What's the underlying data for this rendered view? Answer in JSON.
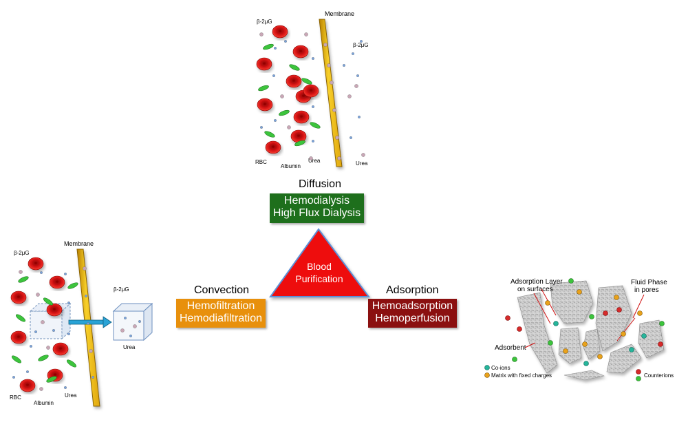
{
  "diffusion": {
    "heading": "Diffusion",
    "lines": [
      "Hemodialysis",
      "High Flux Dialysis"
    ],
    "color": "#1e6f1c",
    "figure": {
      "membrane": "Membrane",
      "b2m_left": "β-2μG",
      "b2m_right": "β-2μG",
      "rbc": "RBC",
      "albumin": "Albumin",
      "urea_left": "Urea",
      "urea_right": "Urea"
    }
  },
  "convection": {
    "heading": "Convection",
    "lines": [
      "Hemofiltration",
      "Hemodiafiltration"
    ],
    "color": "#e8900c",
    "figure": {
      "membrane": "Membrane",
      "b2m_left": "β-2μG",
      "b2m_box": "β-2μG",
      "rbc": "RBC",
      "albumin": "Albumin",
      "urea_left": "Urea",
      "urea_box": "Urea"
    }
  },
  "adsorption": {
    "heading": "Adsorption",
    "lines": [
      "Hemoadsorption",
      "Hemoperfusion"
    ],
    "color": "#8b1010",
    "figure": {
      "adsorption_layer": [
        "Adsorption Layer",
        "on surfaces"
      ],
      "fluid_phase": [
        "Fluid Phase",
        "in pores"
      ],
      "adsorbent": "Adsorbent",
      "coions": "Co-ions",
      "matrix": "Matrix with fixed charges",
      "counterions": "Counterions"
    }
  },
  "center": {
    "lines": [
      "Blood",
      "Purification"
    ],
    "fill": "#ee1111",
    "stroke": "#5b8fd6"
  },
  "colors": {
    "rbc": "#d81515",
    "albumin": "#3cc43c",
    "membrane": "#f2c21a",
    "adsorbent": "#c9c9c9"
  },
  "icons": {
    "rbc": "red-blood-cell-icon",
    "albumin": "albumin-icon",
    "small_particle": "solute-particle-icon",
    "membrane": "membrane-icon",
    "adsorbent": "adsorbent-bead-icon"
  }
}
